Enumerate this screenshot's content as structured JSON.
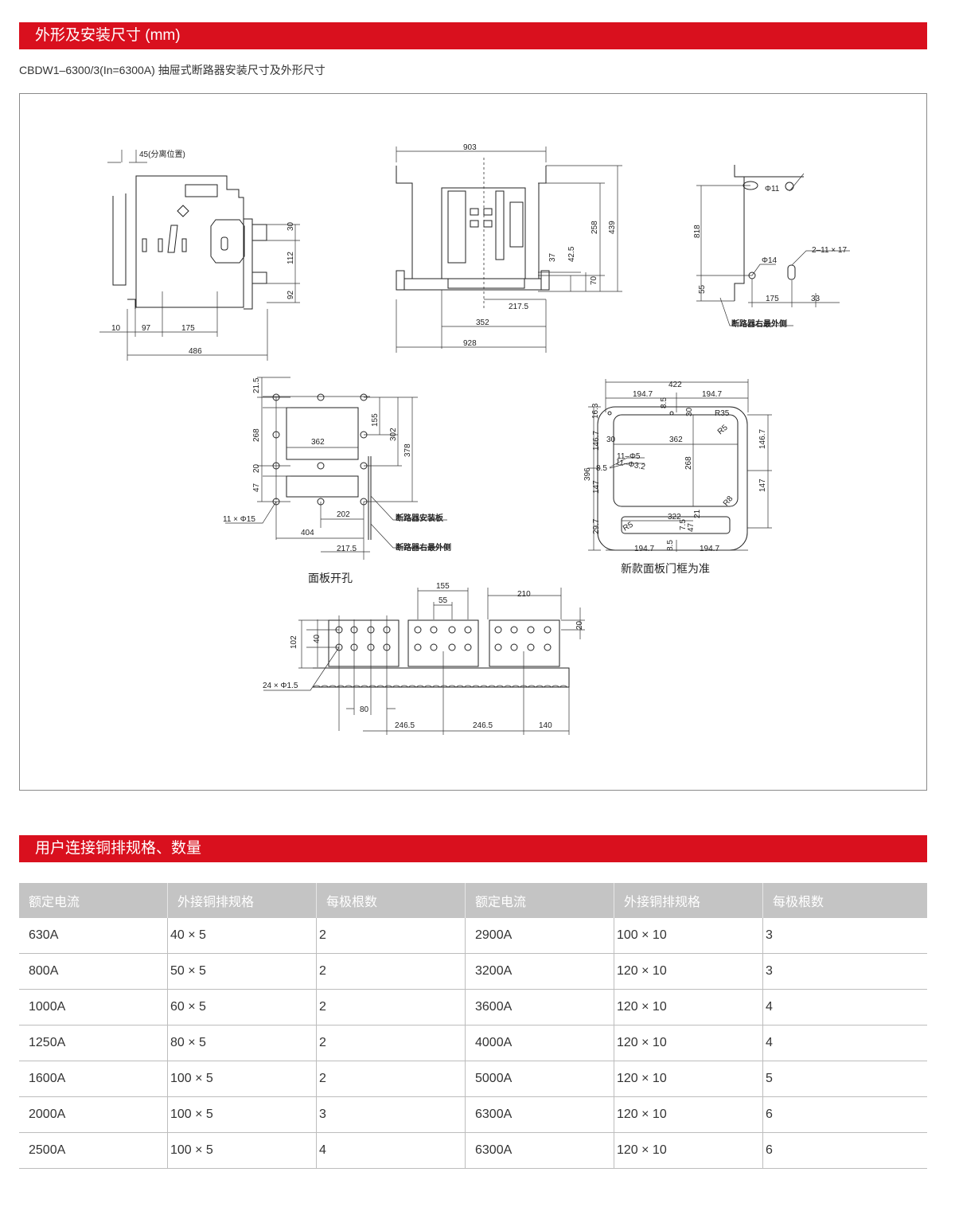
{
  "section1": {
    "title": "外形及安装尺寸 (mm)"
  },
  "subtitle": "CBDW1–6300/3(In=6300A) 抽屉式断路器安装尺寸及外形尺寸",
  "drawing": {
    "side_view": {
      "dims": [
        "45(分离位置)",
        "30",
        "112",
        "92",
        "10",
        "97",
        "175",
        "486"
      ]
    },
    "front_view": {
      "dims": [
        "903",
        "439",
        "258",
        "37",
        "42.5",
        "70",
        "217.5",
        "352",
        "928"
      ]
    },
    "right_view": {
      "dims": [
        "Φ11",
        "818",
        "Φ14",
        "2–11 × 17",
        "55",
        "175",
        "33"
      ],
      "label": "断路器右最外侧"
    },
    "panel_cutout": {
      "dims": [
        "21.5",
        "268",
        "20",
        "47",
        "155",
        "302",
        "378",
        "362",
        "202",
        "404",
        "217.5",
        "11 × Φ15"
      ],
      "label_board": "断路器安装板",
      "label_side": "断路器右最外侧",
      "caption": "面板开孔"
    },
    "door_frame": {
      "dims": [
        "422",
        "194.7",
        "194.7",
        "8.5",
        "30",
        "R35",
        "R5",
        "16.3",
        "30",
        "362",
        "146.7",
        "146.7",
        "11–Φ5",
        "11–Φ3.2",
        "8.5",
        "396",
        "268",
        "147",
        "147",
        "R8",
        "322",
        "29.7",
        "7.5",
        "47",
        "21",
        "R5",
        "194.7",
        "8.5",
        "194.7"
      ],
      "caption": "新款面板门框为准"
    },
    "terminal_view": {
      "dims": [
        "155",
        "55",
        "210",
        "20",
        "102",
        "40",
        "24 × Φ1.5",
        "80",
        "246.5",
        "246.5",
        "140"
      ]
    }
  },
  "section2": {
    "title": "用户连接铜排规格、数量"
  },
  "table": {
    "headers": [
      "额定电流",
      "外接铜排规格",
      "每极根数",
      "额定电流",
      "外接铜排规格",
      "每极根数"
    ],
    "rows": [
      [
        "630A",
        "40 × 5",
        "2",
        "2900A",
        "100 × 10",
        "3"
      ],
      [
        "800A",
        "50 × 5",
        "2",
        "3200A",
        "120 × 10",
        "3"
      ],
      [
        "1000A",
        "60 × 5",
        "2",
        "3600A",
        "120 × 10",
        "4"
      ],
      [
        "1250A",
        "80 × 5",
        "2",
        "4000A",
        "120 × 10",
        "4"
      ],
      [
        "1600A",
        "100 × 5",
        "2",
        "5000A",
        "120 × 10",
        "5"
      ],
      [
        "2000A",
        "100 × 5",
        "3",
        "6300A",
        "120 × 10",
        "6"
      ],
      [
        "2500A",
        "100 × 5",
        "4",
        "6300A",
        "120 × 10",
        "6"
      ]
    ]
  }
}
